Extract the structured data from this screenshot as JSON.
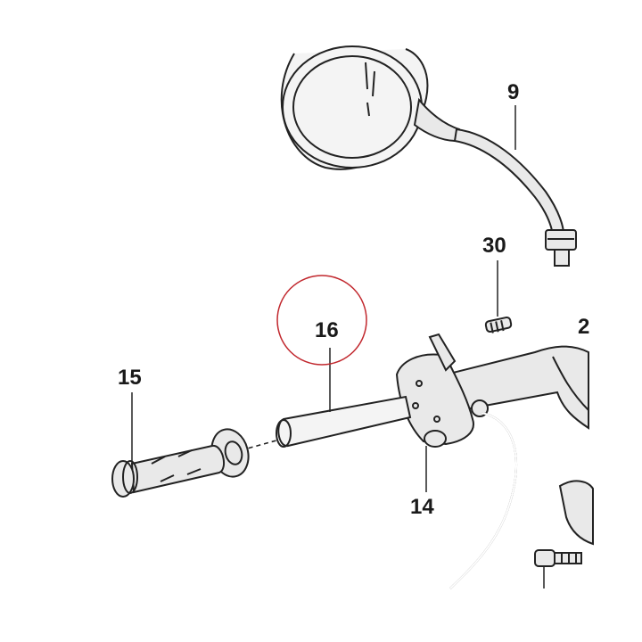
{
  "labels": {
    "mirror": "9",
    "set_screw": "30",
    "handlebar_tube": "16",
    "grip": "15",
    "switch_unit": "14",
    "right_edge_partial": "2"
  },
  "highlight": {
    "circled_label": "16",
    "circle_color": "#c1272d"
  },
  "colors": {
    "line": "#222222",
    "fill": "#e9e9e9"
  }
}
